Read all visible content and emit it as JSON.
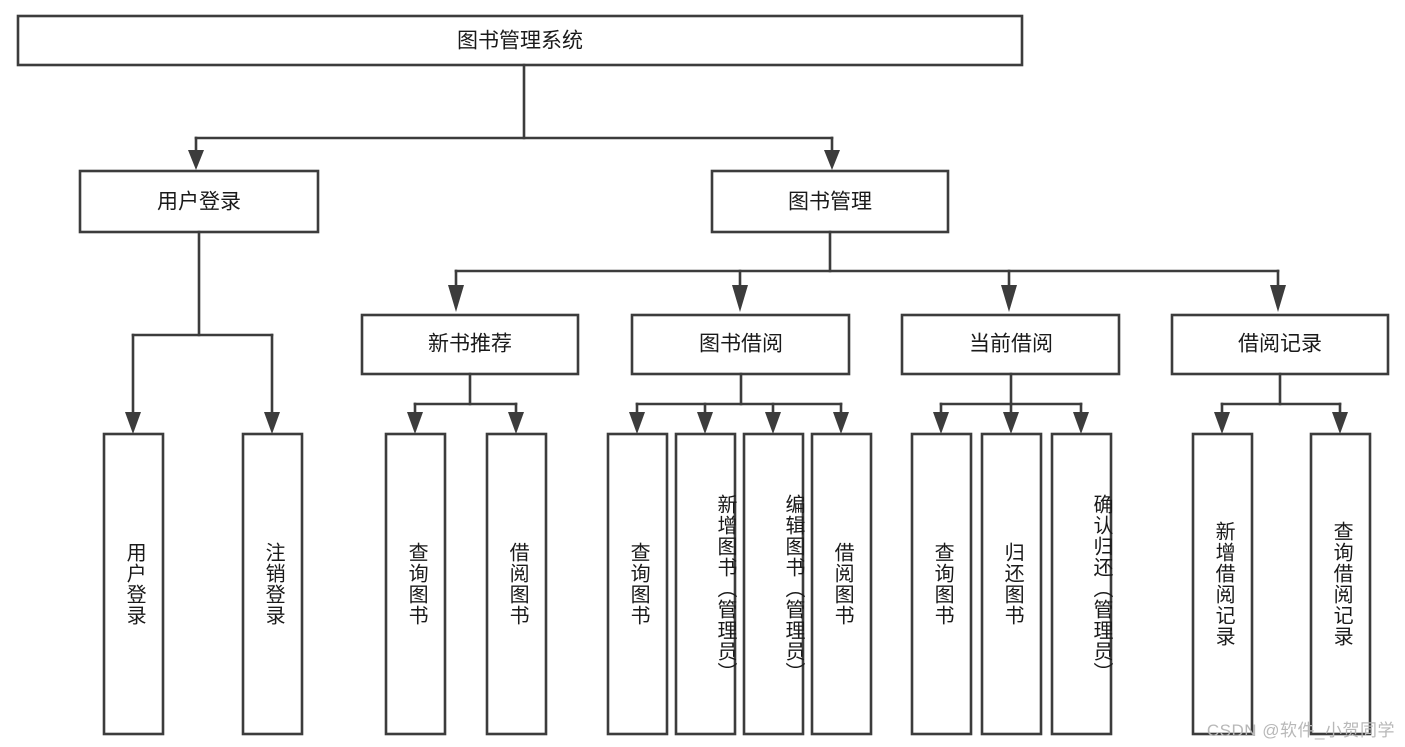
{
  "diagram": {
    "title": "图书管理系统",
    "watermark": "CSDN @软件_小贺同学",
    "colors": {
      "stroke": "#3c3c3c",
      "fill": "#ffffff",
      "text": "#1a1a1a",
      "watermark": "#b8b8b8"
    },
    "root": {
      "label": "图书管理系统"
    },
    "level2": [
      {
        "label": "用户登录"
      },
      {
        "label": "图书管理"
      }
    ],
    "level3": [
      {
        "label": "新书推荐"
      },
      {
        "label": "图书借阅"
      },
      {
        "label": "当前借阅"
      },
      {
        "label": "借阅记录"
      }
    ],
    "leaves": {
      "user_login": [
        {
          "label": "用户登录"
        },
        {
          "label": "注销登录"
        }
      ],
      "new_book": [
        {
          "label": "查询图书"
        },
        {
          "label": "借阅图书"
        }
      ],
      "book_borrow": [
        {
          "label": "查询图书"
        },
        {
          "label": "新增图书（管理员）"
        },
        {
          "label": "编辑图书（管理员）"
        },
        {
          "label": "借阅图书"
        }
      ],
      "current_borrow": [
        {
          "label": "查询图书"
        },
        {
          "label": "归还图书"
        },
        {
          "label": "确认归还（管理员）"
        }
      ],
      "borrow_record": [
        {
          "label": "新增借阅记录"
        },
        {
          "label": "查询借阅记录"
        }
      ]
    }
  }
}
